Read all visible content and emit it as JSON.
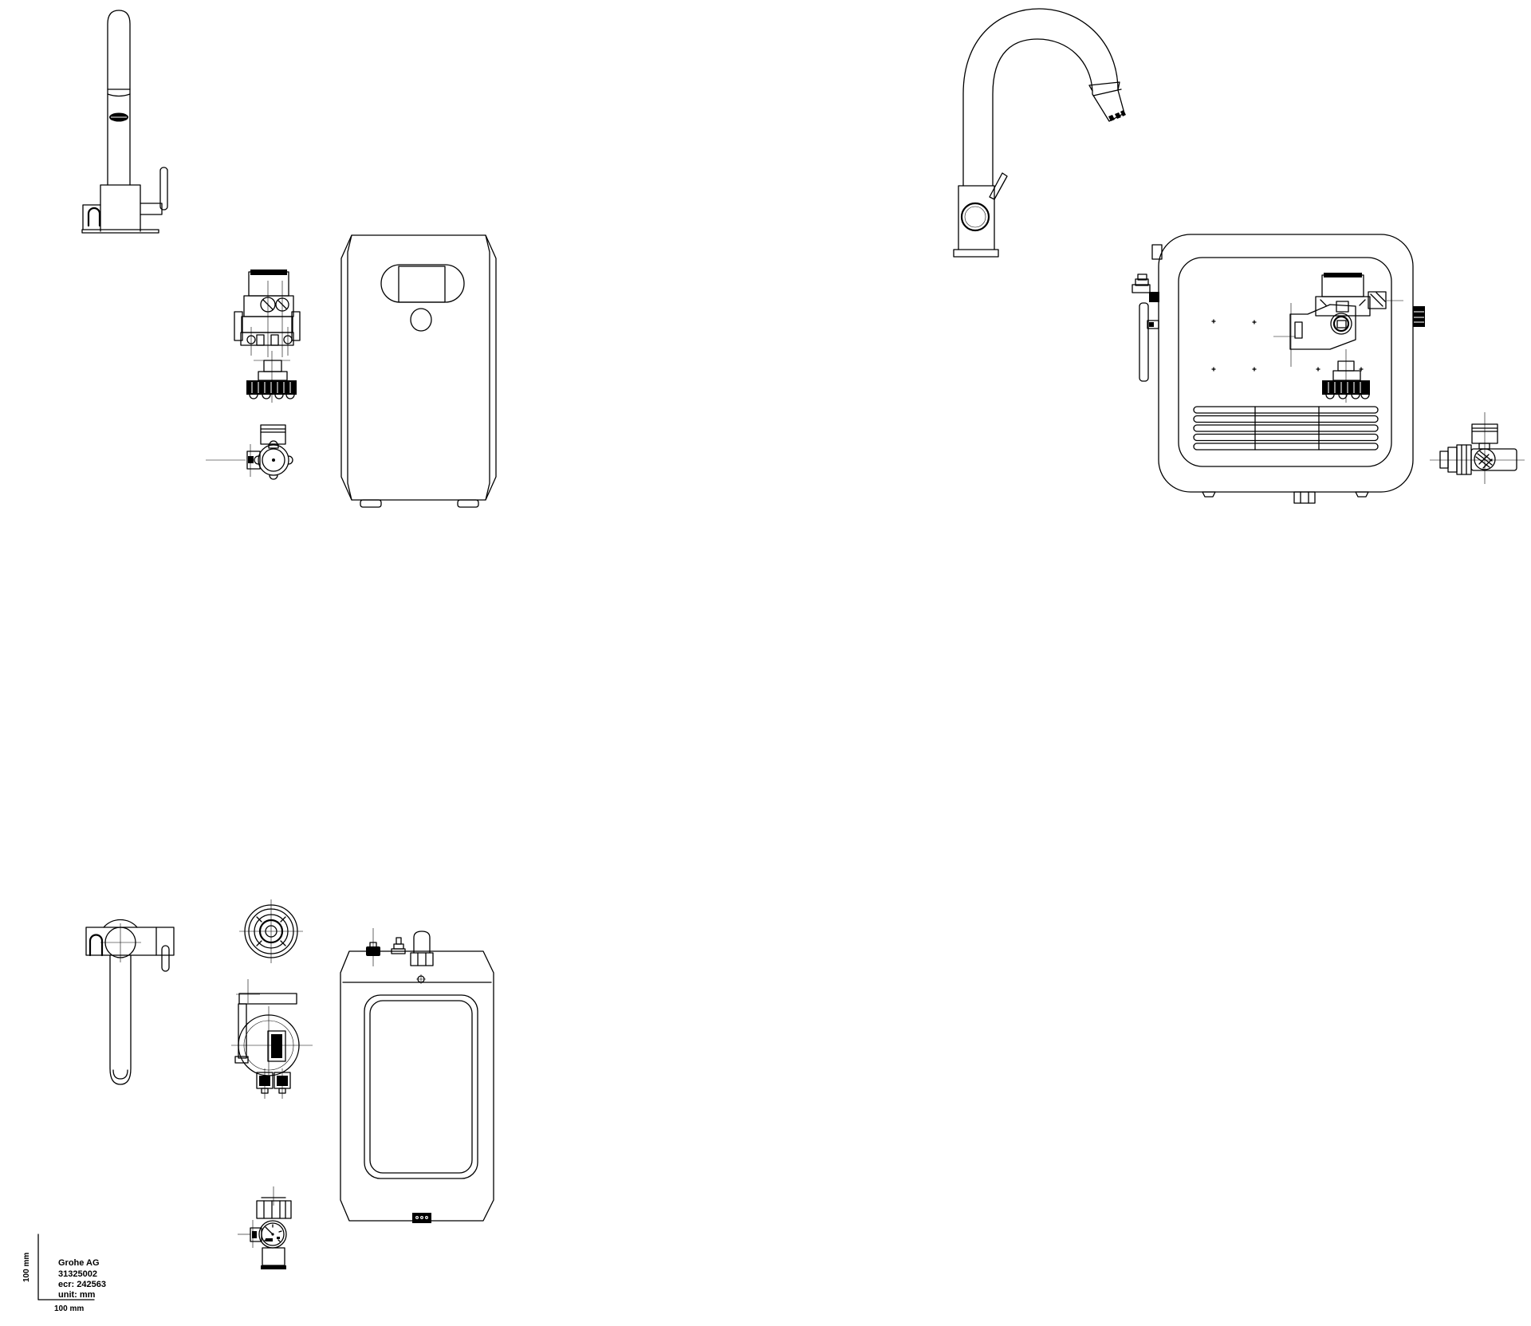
{
  "colors": {
    "line_color": "#000000",
    "background_color": "#ffffff"
  },
  "title_block": {
    "company": "Grohe AG",
    "product_number": "31325002",
    "ecr_line": "ecr: 242563",
    "unit_line": "unit: mm",
    "scale_x_label": "100 mm",
    "scale_y_label": "100 mm"
  },
  "views": [
    "faucet-side-view",
    "filter-head-assembly-front-view",
    "filter-cartridge-cap-front-view",
    "pressure-regulator-side-view",
    "cooler-unit-front-view",
    "faucet-curved-spout-front-view",
    "cooler-unit-back-view-with-mounting-plate",
    "angle-valve-with-gauge-side-view",
    "faucet-top-view",
    "filter-head-top-view",
    "filter-head-side-view",
    "cooler-unit-side-view",
    "pressure-regulator-front-view"
  ]
}
